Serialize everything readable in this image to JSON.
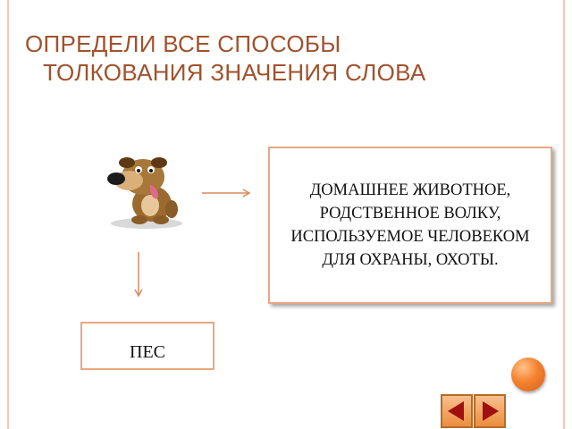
{
  "slide": {
    "title_line1": "ОПРЕДЕЛИ ВСЕ СПОСОБЫ",
    "title_line2": "ТОЛКОВАНИЯ ЗНАЧЕНИЯ СЛОВА",
    "definition": "ДОМАШНЕЕ ЖИВОТНОЕ, РОДСТВЕННОЕ ВОЛКУ, ИСПОЛЬЗУЕМОЕ ЧЕЛОВЕКОМ ДЛЯ ОХРАНЫ, ОХОТЫ.",
    "word": "ПЕС"
  },
  "colors": {
    "title": "#a0522d",
    "box_border": "#e8a882",
    "rail": "#f2c9b4",
    "accent": "#f5822f",
    "nav_arrow": "#a01010"
  },
  "icons": {
    "dog": "dog-illustration",
    "prev": "arrow-left-icon",
    "next": "arrow-right-icon"
  }
}
